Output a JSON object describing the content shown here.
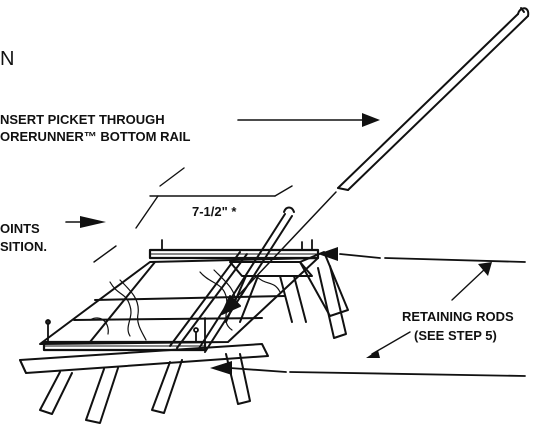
{
  "labels": {
    "partial_heading": "N",
    "insert_line1": "NSERT PICKET THROUGH",
    "insert_line2": "ORERUNNER™  BOTTOM RAIL",
    "points_line1": "OINTS",
    "points_line2": "SITION.",
    "dimension": "7-1/2\" *",
    "retaining_line1": "RETAINING RODS",
    "retaining_line2": "(SEE STEP 5)"
  },
  "colors": {
    "ink": "#111111",
    "background": "#ffffff"
  }
}
